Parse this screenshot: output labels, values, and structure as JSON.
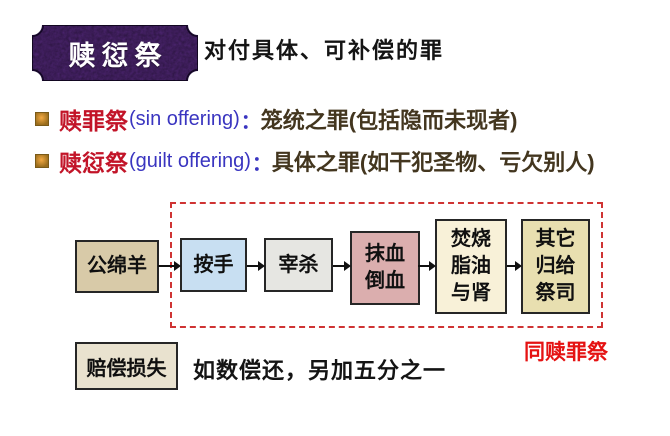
{
  "banner": {
    "label": "赎愆祭",
    "fill": "#5b2c86"
  },
  "title": {
    "text": "对付具体、可补偿的罪"
  },
  "bullets": [
    {
      "head": "赎罪祭",
      "en": "(sin offering)",
      "colon": "：",
      "tail": "笼统之罪(包括隐而未现者)"
    },
    {
      "head": "赎愆祭",
      "en": "(guilt offering)",
      "colon": "：",
      "tail": "具体之罪(如干犯圣物、亏欠别人)"
    }
  ],
  "colors": {
    "head_red": "#c21428",
    "english_blue": "#3a35c0",
    "tail_dark": "#43361f",
    "dashed_red": "#cf3434",
    "group_label_red": "#e51212",
    "bullet_gold": "#b5832c"
  },
  "flow": {
    "boxes": [
      {
        "label": "公绵羊",
        "fill": "#d8caa8"
      },
      {
        "label": "按手",
        "fill": "#c8dff2"
      },
      {
        "label": "宰杀",
        "fill": "#e6e6e2"
      },
      {
        "label": "抹血\n倒血",
        "fill": "#dbaeae"
      },
      {
        "label": "焚烧\n脂油\n与肾",
        "fill": "#f8f1d8"
      },
      {
        "label": "其它\n归给\n祭司",
        "fill": "#e8dfb0"
      }
    ],
    "group_label": "同赎罪祭"
  },
  "compensation": {
    "box_label": "赔偿损失",
    "text": "如数偿还，另加五分之一"
  }
}
